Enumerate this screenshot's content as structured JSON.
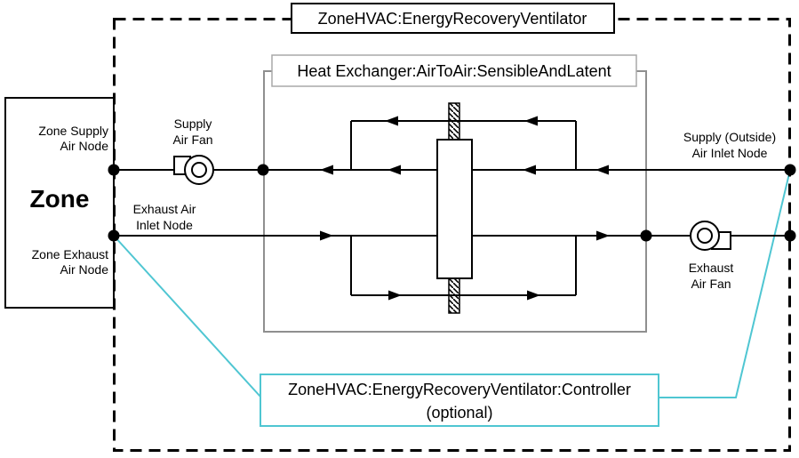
{
  "title": "ZoneHVAC:EnergyRecoveryVentilator",
  "heat_exchanger": {
    "title": "Heat Exchanger:AirToAir:SensibleAndLatent"
  },
  "controller": {
    "line1": "ZoneHVAC:EnergyRecoveryVentilator:Controller",
    "line2": "(optional)"
  },
  "zone": {
    "name": "Zone",
    "supply_node": [
      "Zone Supply",
      "Air Node"
    ],
    "exhaust_node": [
      "Zone Exhaust",
      "Air Node"
    ]
  },
  "labels": {
    "supply_fan": [
      "Supply",
      "Air Fan"
    ],
    "exhaust_inlet": [
      "Exhaust Air",
      "Inlet Node"
    ],
    "outside_inlet": [
      "Supply (Outside)",
      "Air Inlet Node"
    ],
    "exhaust_fan": [
      "Exhaust",
      "Air Fan"
    ]
  },
  "colors": {
    "line": "#000000",
    "hx_border": "#8f8f8f",
    "hx_title_border": "#a8a8a8",
    "controller_accent": "#4fc6d2"
  }
}
